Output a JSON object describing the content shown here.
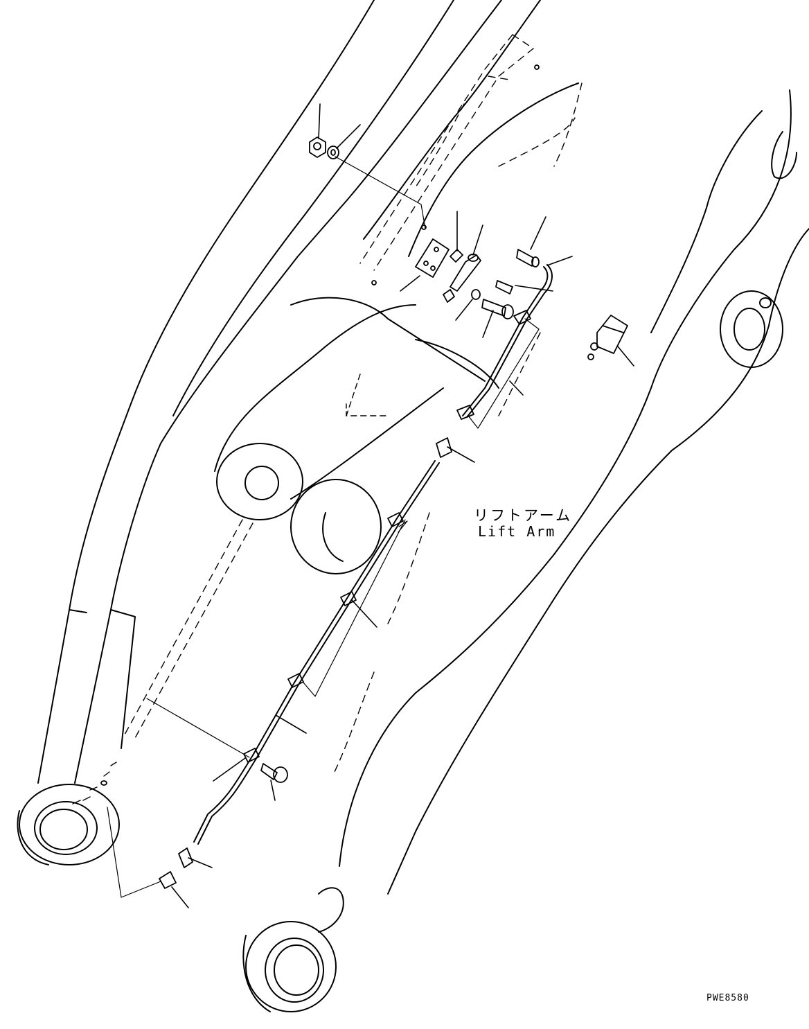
{
  "diagram": {
    "part_label_ja": "リフトアーム",
    "part_label_en": "Lift Arm",
    "drawing_id": "PWE8580",
    "colors": {
      "line": "#000000",
      "background": "#ffffff"
    }
  }
}
